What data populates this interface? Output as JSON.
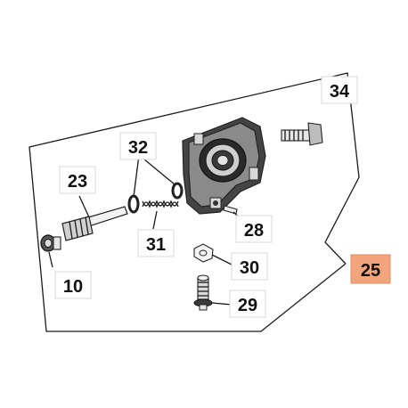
{
  "callouts": {
    "p34": "34",
    "p32": "32",
    "p23": "23",
    "p31": "31",
    "p28": "28",
    "p10": "10",
    "p30": "30",
    "p25": "25",
    "p29": "29"
  },
  "colors": {
    "highlight": "#f2a57d",
    "line": "#1a1a1a",
    "part_dark": "#3c3c3c",
    "part_light": "#d9d9d9"
  }
}
